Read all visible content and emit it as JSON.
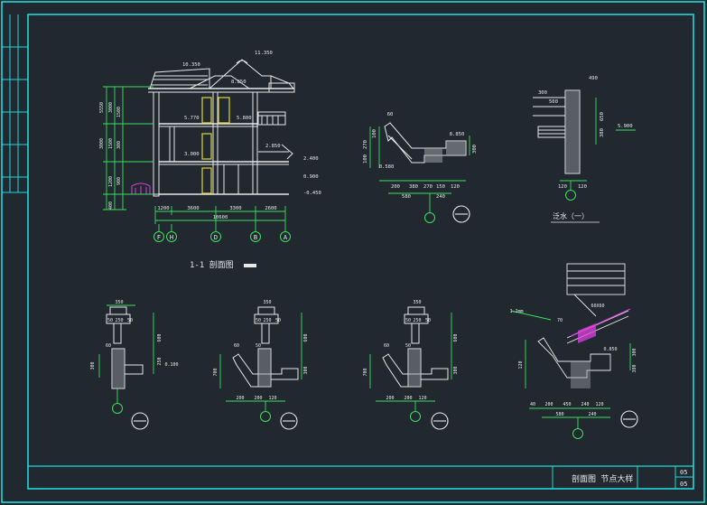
{
  "colors": {
    "background": "#212830",
    "frame": "#1fd9d9",
    "line_white": "#e8e8e8",
    "dim_green": "#39e05a",
    "accent_yellow": "#e2d63a",
    "accent_magenta": "#e040e0",
    "cyan_text": "#4fd7e8"
  },
  "section_view": {
    "title": "1-1 剖面图",
    "elevations": [
      "10.350",
      "11.350",
      "8.850",
      "5.770",
      "5.800",
      "3.000",
      "2.850",
      "2.400",
      "0.900",
      "-0.450"
    ],
    "vert_dims": [
      "5550",
      "3000",
      "3000",
      "1500",
      "300",
      "1200",
      "400",
      "900",
      "1500"
    ],
    "horiz_dims": [
      "1200",
      "3600",
      "3300",
      "2600"
    ],
    "total_width": "10600",
    "axes": [
      "F",
      "H",
      "D",
      "B",
      "A"
    ]
  },
  "detail_eave": {
    "dims_bottom": [
      "200",
      "380",
      "270",
      "150",
      "120"
    ],
    "dims_total": [
      "580",
      "240"
    ],
    "side_dims": [
      "100",
      "270",
      "100"
    ],
    "labels": [
      "60",
      "0.580",
      "8.850",
      "300"
    ]
  },
  "detail_flashing": {
    "title": "泛水（一）",
    "labels": [
      "300",
      "500",
      "490",
      "650",
      "380",
      "5.900",
      "120",
      "120"
    ]
  },
  "details_bottom": [
    {
      "top_dims": [
        "350",
        "50",
        "250",
        "50"
      ],
      "labels": [
        "300",
        "60",
        "600",
        "250",
        "0.100"
      ]
    },
    {
      "top_dims": [
        "350",
        "50",
        "250",
        "50"
      ],
      "labels": [
        "60",
        "50",
        "600",
        "700",
        "300"
      ],
      "bottom_dims": [
        "200",
        "200",
        "120"
      ]
    },
    {
      "top_dims": [
        "350",
        "50",
        "250",
        "50"
      ],
      "labels": [
        "60",
        "50",
        "600",
        "700",
        "300"
      ],
      "bottom_dims": [
        "200",
        "200",
        "120"
      ]
    },
    {
      "top_dims": [
        "1.2mm",
        "60X60",
        "70"
      ],
      "labels": [
        "0.850",
        "300",
        "380",
        "120"
      ],
      "bottom_dims": [
        "40",
        "200",
        "450",
        "240",
        "120"
      ],
      "bottom_total": [
        "580",
        "240"
      ]
    }
  ],
  "title_block": {
    "drawing_name": "剖面图 节点大样",
    "sheet_top": "05",
    "sheet_bottom": "05"
  }
}
